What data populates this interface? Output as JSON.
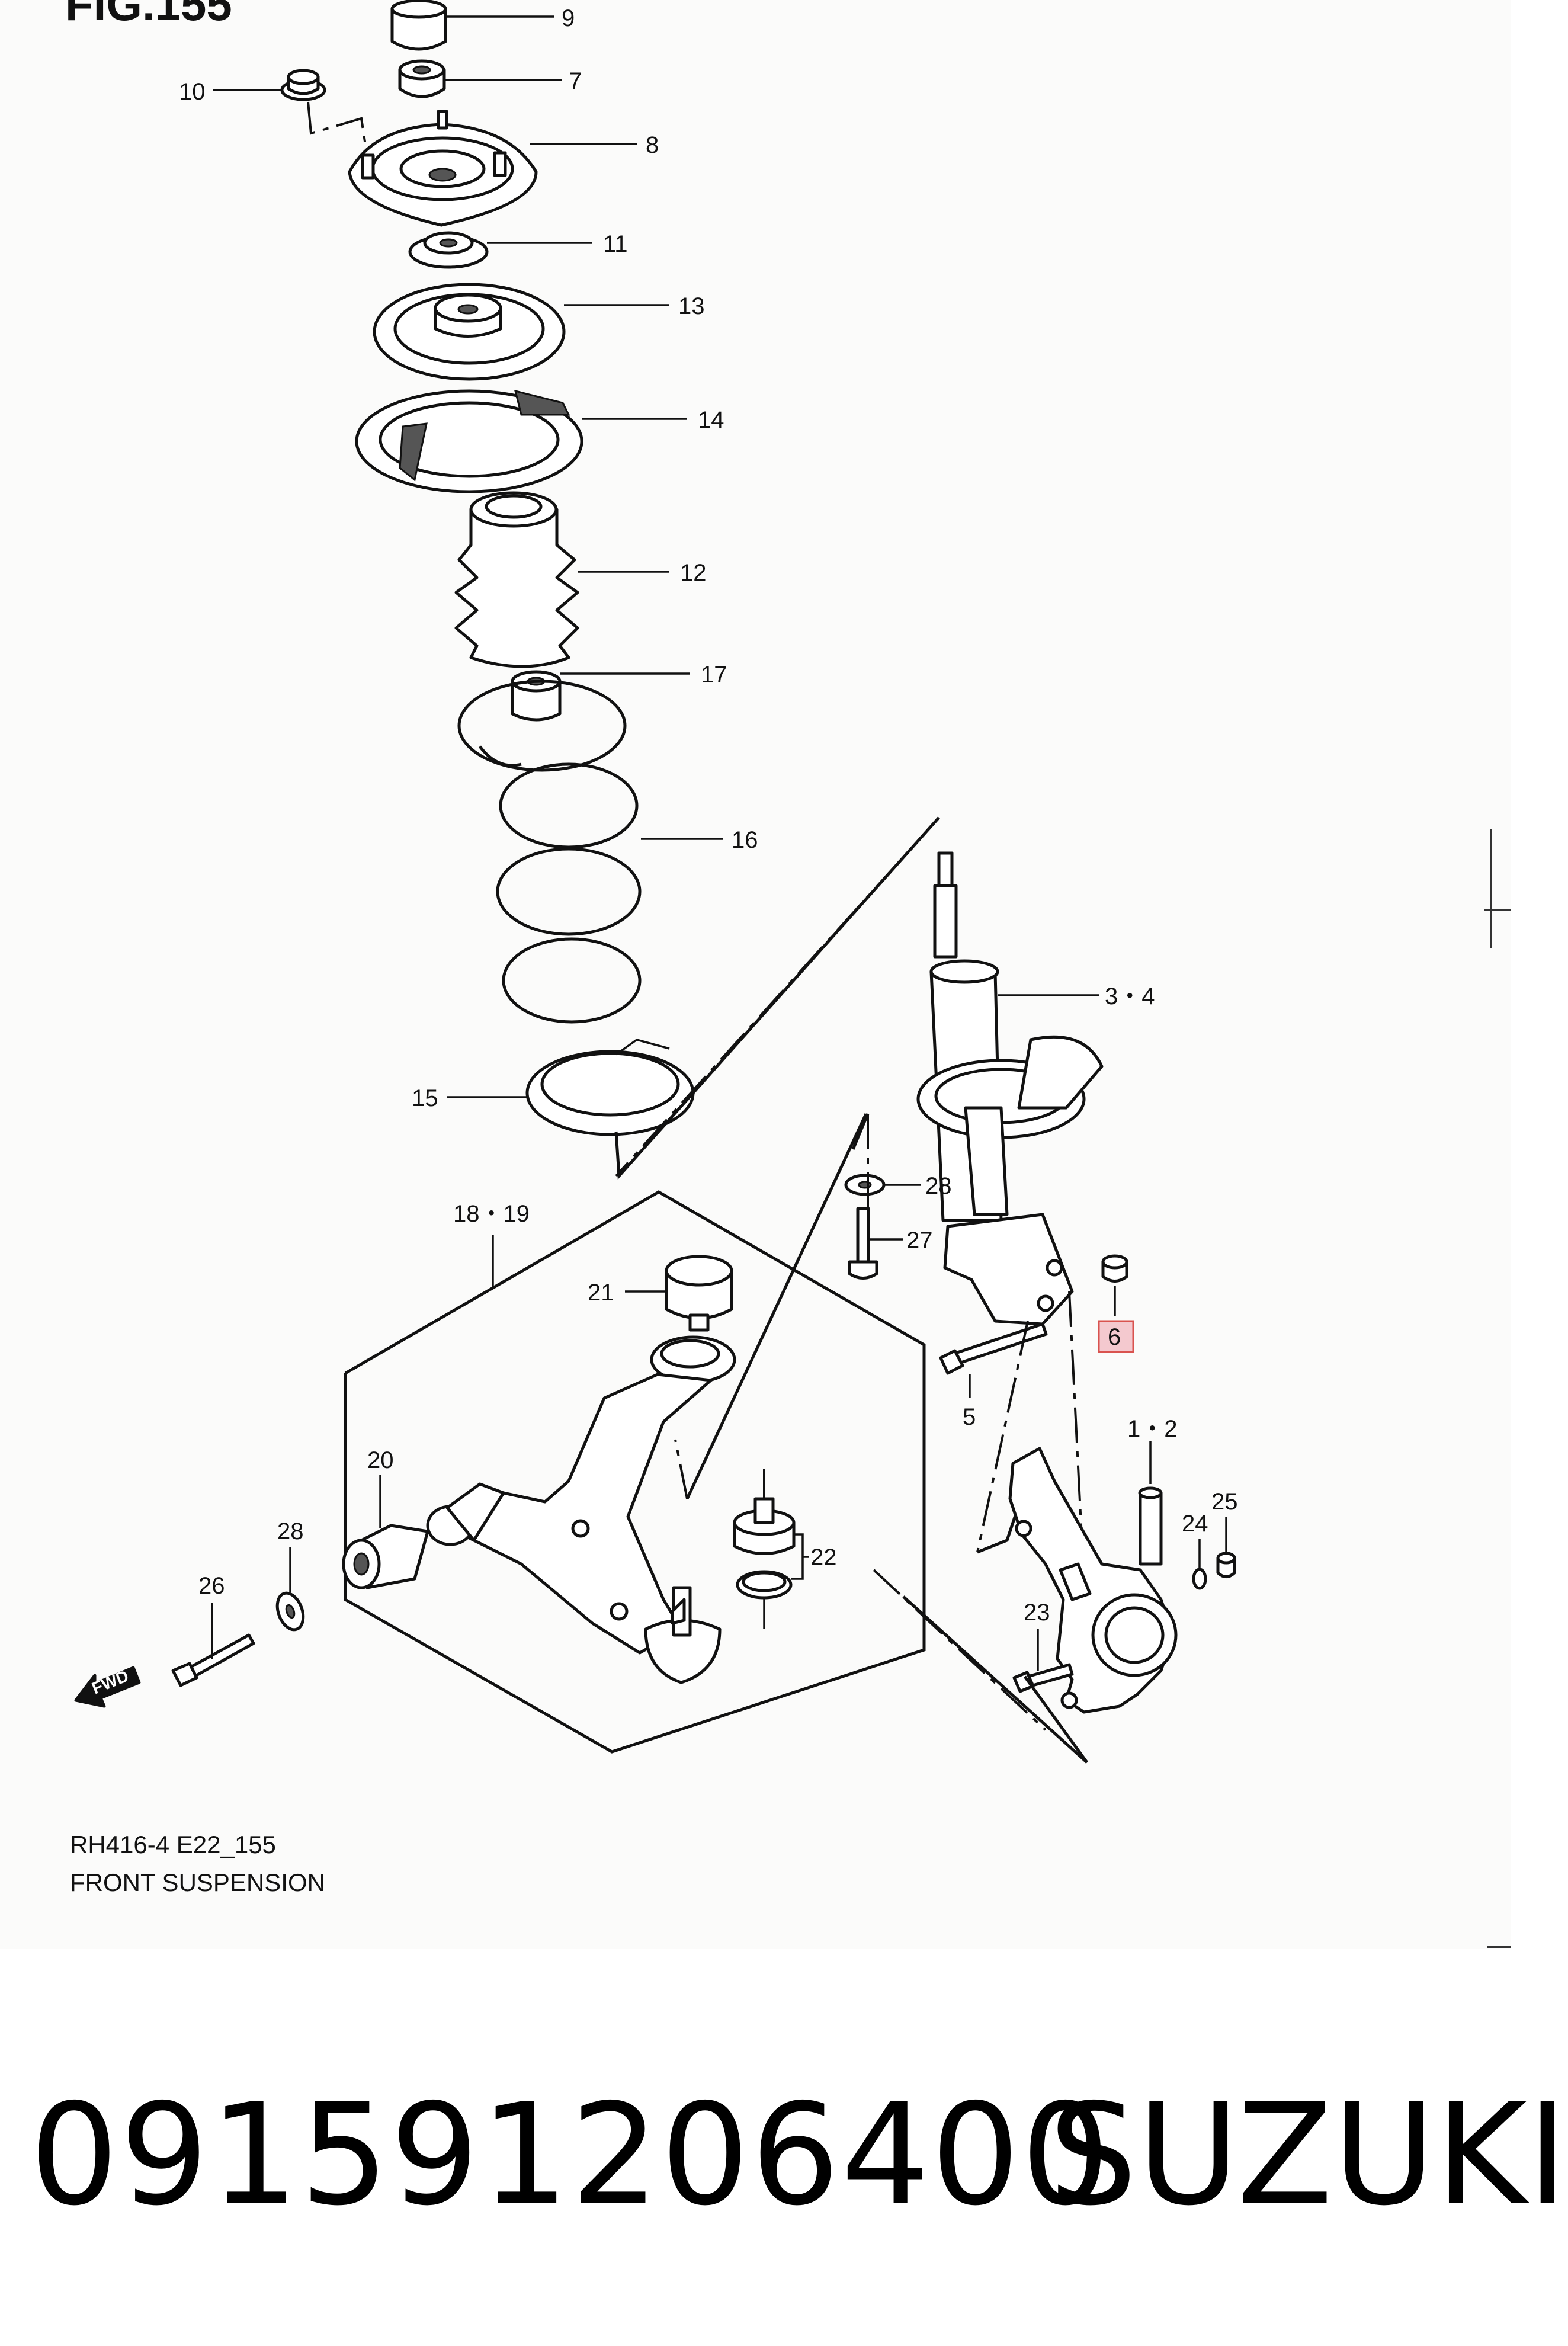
{
  "figure": {
    "label": "FIG.155",
    "code": "RH416-4 E22_155",
    "title": "FRONT SUSPENSION"
  },
  "callouts": {
    "c9": "9",
    "c7": "7",
    "c10": "10",
    "c8": "8",
    "c11": "11",
    "c13": "13",
    "c14": "14",
    "c12": "12",
    "c17": "17",
    "c16": "16",
    "c15": "15",
    "c34": "3・4",
    "c28a": "28",
    "c27": "27",
    "c1819": "18・19",
    "c21": "21",
    "c6": "6",
    "c5": "5",
    "c12b": "1・2",
    "c20": "20",
    "c28b": "28",
    "c25": "25",
    "c24": "24",
    "c22": "22",
    "c26": "26",
    "c23": "23"
  },
  "fwd_label": "FWD",
  "highlight": {
    "part": "6",
    "color": "#f4c9cf",
    "border": "#d9534f"
  },
  "product": {
    "part_number": "091591206400",
    "brand": "SUZUKI"
  }
}
